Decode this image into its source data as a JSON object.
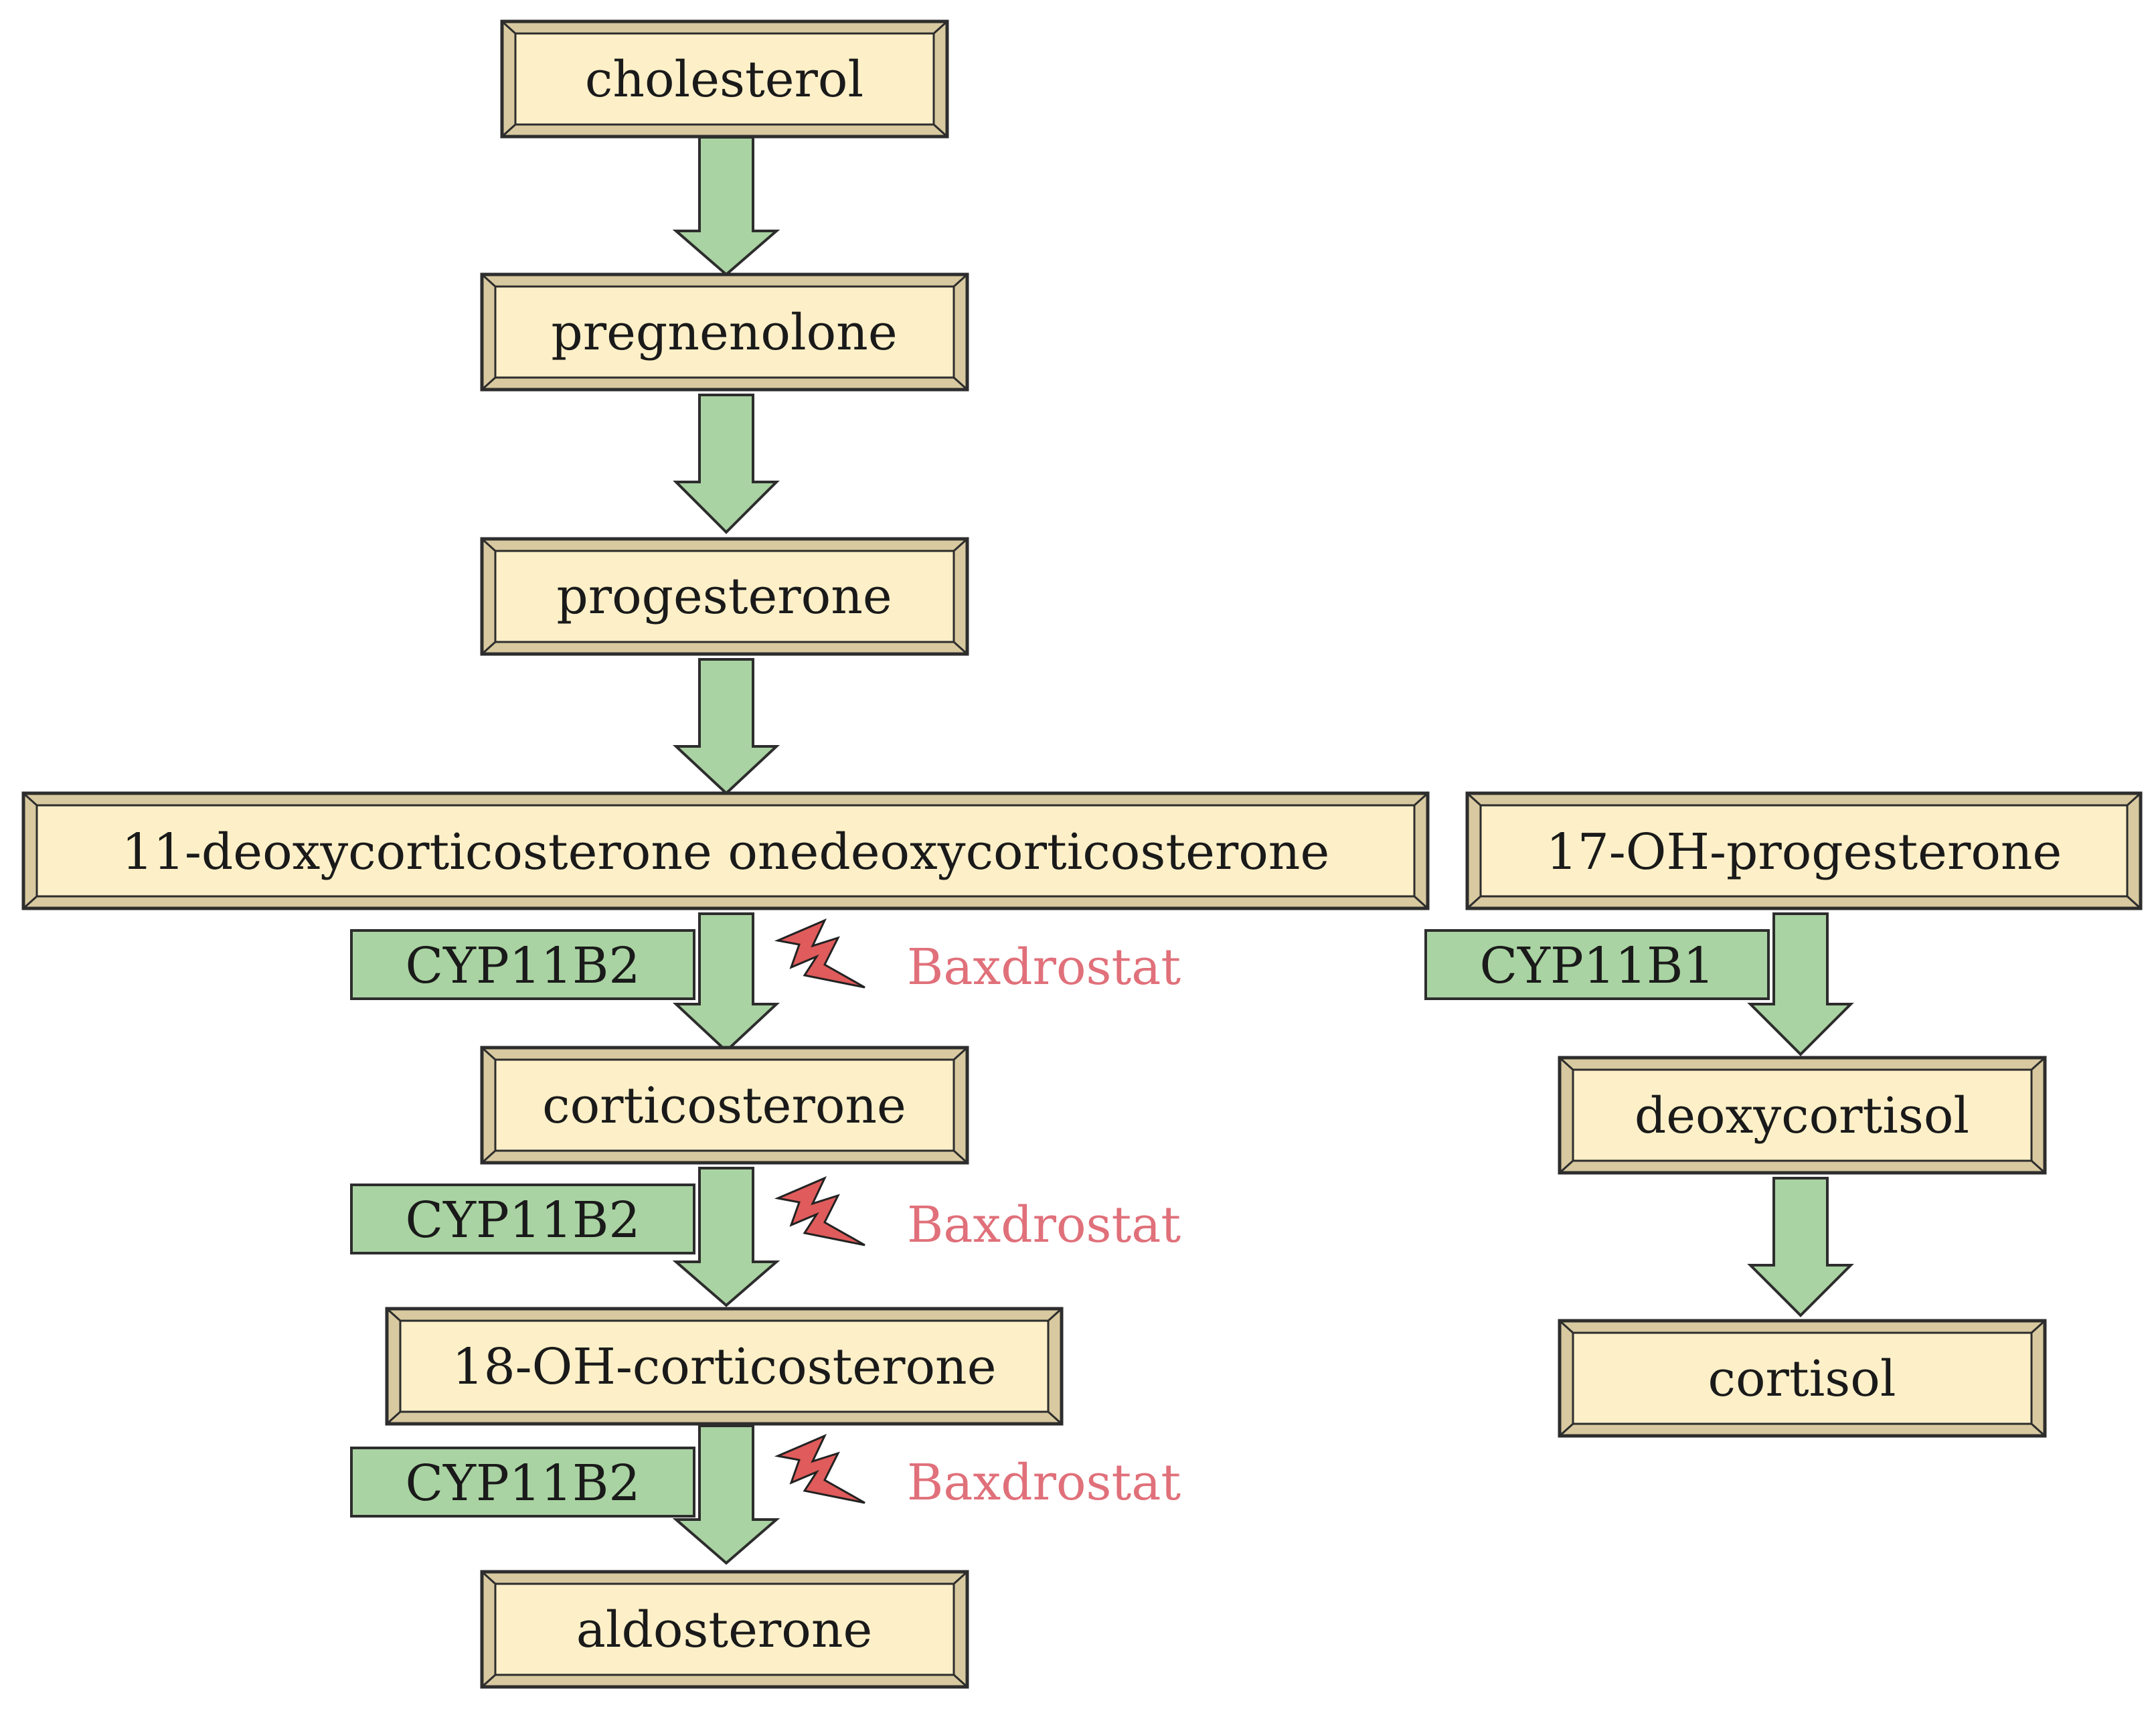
{
  "nodes": {
    "cholesterol": "cholesterol",
    "pregnenolone": "pregnenolone",
    "progesterone": "progesterone",
    "deoxycorticosterone": "11-deoxycorticosterone onedeoxycorticosterone",
    "oh17_progesterone": "17-OH-progesterone",
    "corticosterone": "corticosterone",
    "oh18_corticosterone": "18-OH-corticosterone",
    "aldosterone": "aldosterone",
    "deoxycortisol": "deoxycortisol",
    "cortisol": "cortisol"
  },
  "enzymes": {
    "cyp11b2_1": "CYP11B2",
    "cyp11b2_2": "CYP11B2",
    "cyp11b2_3": "CYP11B2",
    "cyp11b1": "CYP11B1"
  },
  "inhibitor": {
    "name_1": "Baxdrostat",
    "name_2": "Baxdrostat",
    "name_3": "Baxdrostat"
  },
  "colors": {
    "box_fill": "#fdf0c8",
    "box_outer": "#d8c9a0",
    "arrow_fill": "#a9d3a2",
    "enzyme_fill": "#a9d3a2",
    "inhibitor_text": "#e0707a",
    "bolt_fill": "#e05b5b"
  },
  "icons": {
    "inhibition": "lightning-bolt-icon"
  }
}
